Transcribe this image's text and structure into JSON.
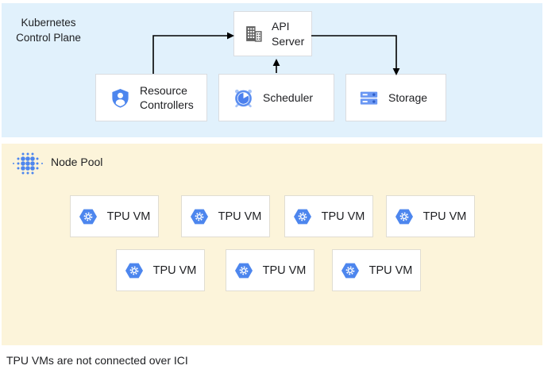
{
  "diagram": {
    "control_plane": {
      "title": "Kubernetes Control Plane",
      "background": "#e1f1fc",
      "nodes": {
        "api_server": "API Server",
        "resource_controllers": "Resource Controllers",
        "scheduler": "Scheduler",
        "storage": "Storage"
      },
      "edges": [
        {
          "from": "resource_controllers",
          "to": "api_server"
        },
        {
          "from": "scheduler",
          "to": "api_server"
        },
        {
          "from": "api_server",
          "to": "storage"
        }
      ]
    },
    "node_pool": {
      "title": "Node Pool",
      "background": "#fcf4da",
      "vm_label": "TPU VM",
      "vm_rows": [
        4,
        3
      ],
      "vm_total": 7
    },
    "caption": "TPU VMs are not connected over ICI",
    "colors": {
      "accent_blue": "#4d86ee",
      "light_blue": "#a4c2f8",
      "dark_blue_dot": "#2f5fc9",
      "icon_gray": "#616161",
      "box_border": "#dadce0",
      "arrow": "#000000",
      "text": "#202124"
    }
  }
}
